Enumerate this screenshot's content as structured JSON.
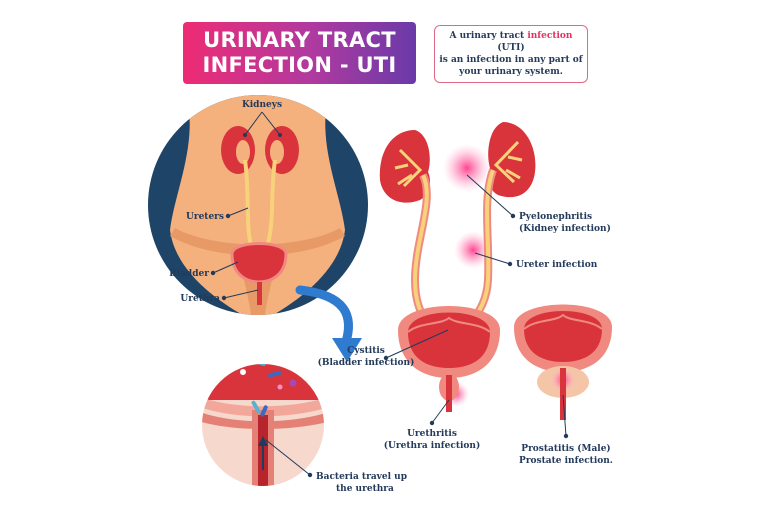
{
  "title": {
    "line1": "URINARY TRACT",
    "line2": "INFECTION - UTI"
  },
  "definition": {
    "pre": "A urinary tract ",
    "highlight": "infection",
    "post_line1": " (UTI)",
    "line2": "is an infection in any part of",
    "line3": "your urinary system."
  },
  "labels": {
    "kidneys": "Kidneys",
    "ureters": "Ureters",
    "bladder": "Bladder",
    "urethra": "Urethra",
    "pyelonephritis": "Pyelonephritis",
    "pyelonephritis_sub": "(Kidney infection)",
    "ureter_infection": "Ureter infection",
    "cystitis": "Cystitis",
    "cystitis_sub": "(Bladder infection)",
    "urethritis": "Urethritis",
    "urethritis_sub": "(Urethra infection)",
    "prostatitis": "Prostatitis (Male)",
    "prostatitis_sub": "Prostate infection.",
    "bacteria": "Bacteria travel up",
    "bacteria_sub": "the urethra"
  },
  "colors": {
    "organ": "#d9343c",
    "organ_light": "#f08a80",
    "ureter": "#f7d27a",
    "infection": "#f23a8a",
    "navy": "#233a5a",
    "skin": "#f4b07d",
    "arrow": "#2f7bd0"
  }
}
